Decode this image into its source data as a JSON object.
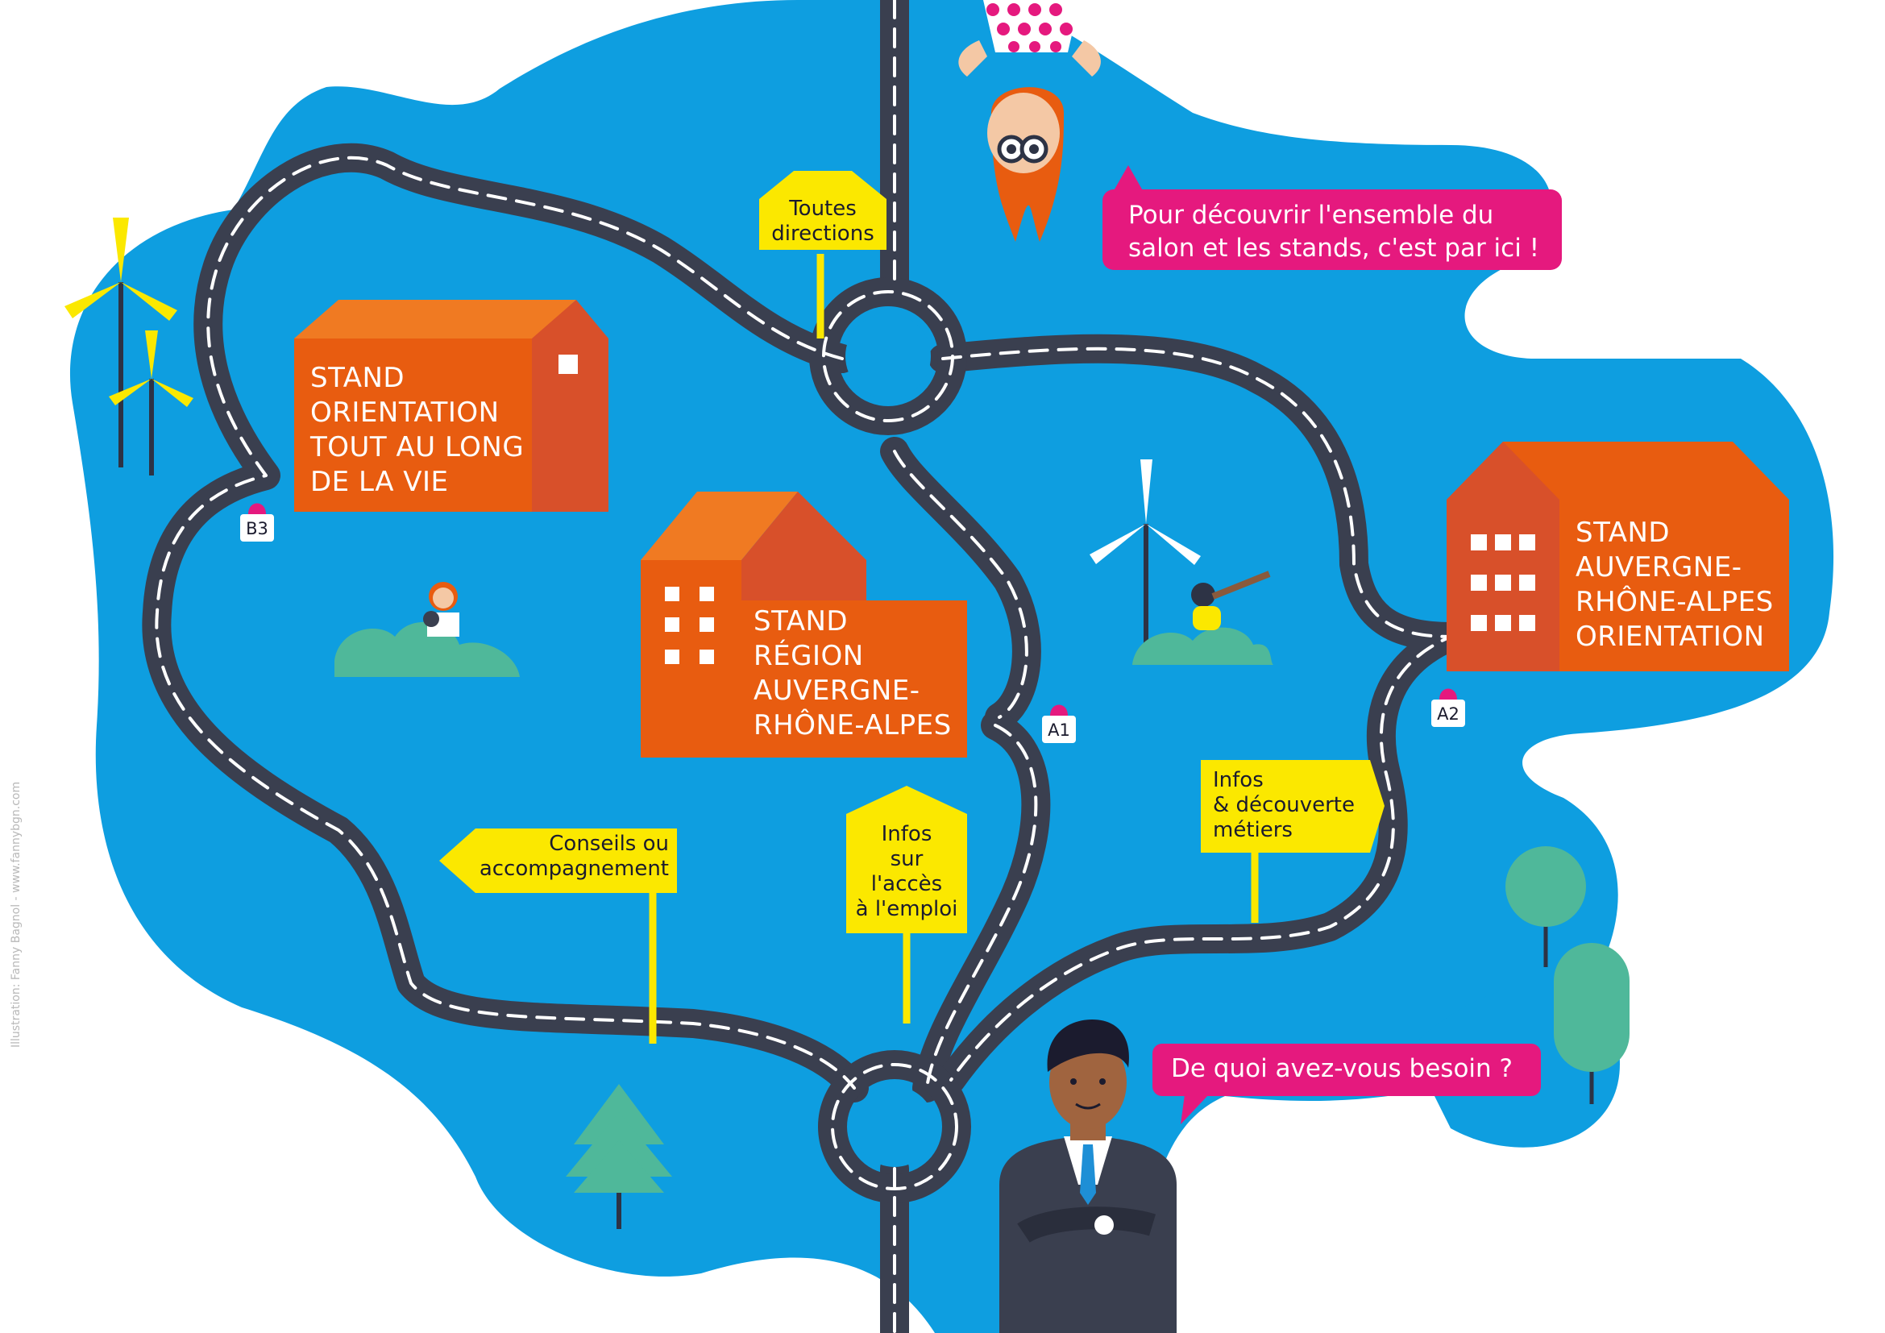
{
  "stands": [
    {
      "label": "STAND\nORIENTATION\nTOUT AU LONG\nDE LA VIE"
    },
    {
      "label": "STAND\nRÉGION\nAUVERGNE-\nRHÔNE-ALPES"
    },
    {
      "label": "STAND\nAUVERGNE-\nRHÔNE-ALPES\nORIENTATION"
    }
  ],
  "signs": {
    "toutes_directions": "Toutes\ndirections",
    "conseils": "Conseils ou\naccompagnement",
    "infos_emploi": "Infos\nsur\nl'accès\nà l'emploi",
    "infos_metiers": "Infos\n& découverte\nmétiers"
  },
  "bubbles": {
    "top": "Pour découvrir l'ensemble du\nsalon et les stands, c'est par ici !",
    "bottom": "De quoi avez-vous besoin ?"
  },
  "markers": {
    "b3": "B3",
    "a1": "A1",
    "a2": "A2"
  },
  "credit": "Illustration: Fanny Bagnol - www.fannybgn.com",
  "colors": {
    "water": "#0e9ee0",
    "road": "#3a3f4f",
    "stand_front": "#e85c10",
    "stand_roof": "#f07a22",
    "stand_side": "#d8502a",
    "sign_yellow": "#fbe800",
    "bubble_pink": "#e5197e",
    "tree_green": "#4fb89a"
  }
}
